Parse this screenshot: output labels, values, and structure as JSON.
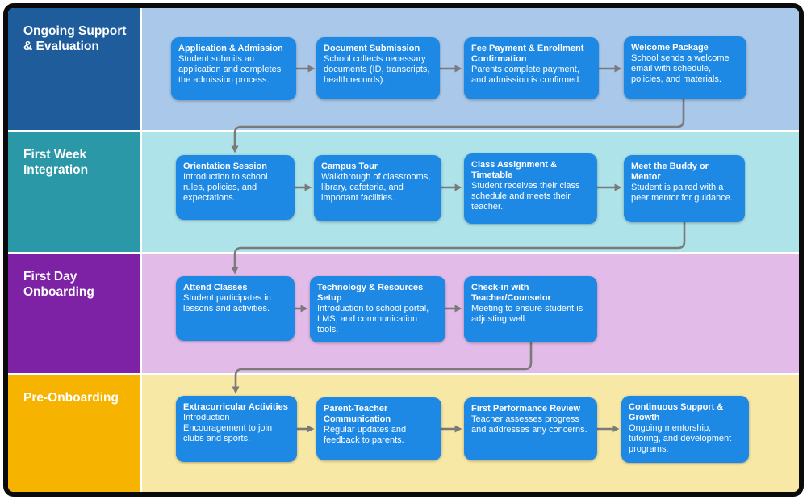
{
  "diagram_type": "swimlane-flowchart",
  "colors": {
    "frame_border": "#0b0b0b",
    "node_fill": "#1e88e5",
    "node_text": "#ffffff",
    "connector": "#7a7a7a",
    "lane_separator": "#ffffff"
  },
  "lanes": [
    {
      "label": "Ongoing Support & Evaluation",
      "label_bg": "#1f5c9c",
      "body_bg": "#a9c8ea",
      "steps": [
        {
          "title": "Application & Admission",
          "body": "Student submits an application and completes the admission process."
        },
        {
          "title": "Document Submission",
          "body": "School collects necessary documents (ID, transcripts, health records)."
        },
        {
          "title": "Fee Payment & Enrollment Confirmation",
          "body": "Parents complete payment, and admission is confirmed."
        },
        {
          "title": "Welcome Package",
          "body": "School sends a welcome email with schedule, policies, and materials."
        }
      ]
    },
    {
      "label": "First Week Integration",
      "label_bg": "#2b98a8",
      "body_bg": "#aee3ea",
      "steps": [
        {
          "title": "Orientation Session",
          "body": "Introduction to school rules, policies, and expectations."
        },
        {
          "title": "Campus Tour",
          "body": "Walkthrough of classrooms, library, cafeteria, and important facilities."
        },
        {
          "title": "Class Assignment & Timetable",
          "body": "Student receives their class schedule and meets their teacher."
        },
        {
          "title": "Meet the Buddy or Mentor",
          "body": "Student is paired with a peer mentor for guidance."
        }
      ]
    },
    {
      "label": "First Day Onboarding",
      "label_bg": "#7d22a5",
      "body_bg": "#e2bbe8",
      "steps": [
        {
          "title": "Attend Classes",
          "body": "Student participates in lessons and activities."
        },
        {
          "title": "Technology & Resources Setup",
          "body": "Introduction to school portal, LMS, and communication tools."
        },
        {
          "title": "Check-in with Teacher/Counselor",
          "body": "Meeting to ensure student is adjusting well."
        }
      ]
    },
    {
      "label": "Pre-Onboarding",
      "label_bg": "#f6b400",
      "body_bg": "#f8e8a6",
      "steps": [
        {
          "title": "Extracurricular Activities",
          "body": "Introduction Encouragement to join clubs and sports."
        },
        {
          "title": "Parent-Teacher Communication",
          "body": "Regular updates and feedback to parents."
        },
        {
          "title": "First Performance Review",
          "body": "Teacher assesses progress and addresses any concerns."
        },
        {
          "title": "Continuous Support & Growth",
          "body": "Ongoing mentorship, tutoring, and development programs."
        }
      ]
    }
  ]
}
